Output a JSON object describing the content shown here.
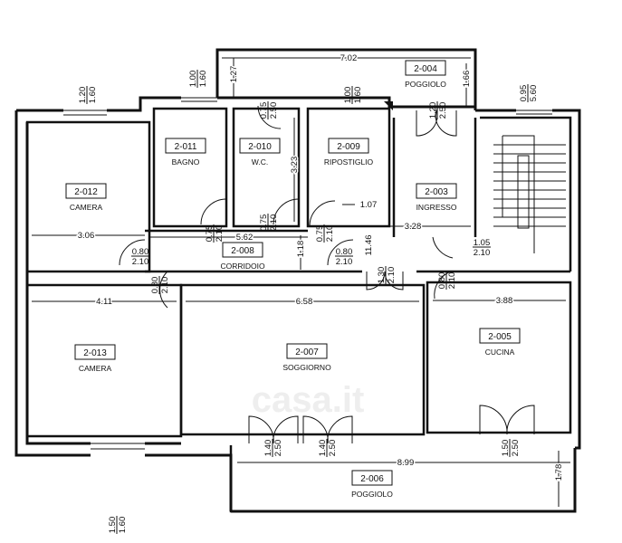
{
  "rooms": [
    {
      "code": "2-012",
      "name": "CAMERA"
    },
    {
      "code": "2-011",
      "name": "BAGNO"
    },
    {
      "code": "2-010",
      "name": "W.C."
    },
    {
      "code": "2-009",
      "name": "RIPOSTIGLIO"
    },
    {
      "code": "2-003",
      "name": "INGRESSO"
    },
    {
      "code": "2-004",
      "name": "POGGIOLO"
    },
    {
      "code": "2-008",
      "name": "CORRIDOIO"
    },
    {
      "code": "2-013",
      "name": "CAMERA"
    },
    {
      "code": "2-007",
      "name": "SOGGIORNO"
    },
    {
      "code": "2-005",
      "name": "CUCINA"
    },
    {
      "code": "2-006",
      "name": "POGGIOLO"
    }
  ],
  "dimensions": [
    "7.02",
    "1.27",
    "1.66",
    "3.23",
    "3.06",
    "5.62",
    "1.07",
    "3.28",
    "1.18",
    "11.46",
    "4.11",
    "6.58",
    "3.88",
    "8.99",
    "1.78"
  ],
  "openings": [
    {
      "w": "1.20",
      "h": "1.60"
    },
    {
      "w": "1.00",
      "h": "1.60"
    },
    {
      "w": "1.00",
      "h": "1.60"
    },
    {
      "w": "0.75",
      "h": "2.50"
    },
    {
      "w": "1.20",
      "h": "2.50"
    },
    {
      "w": "0.95",
      "h": "5.60"
    },
    {
      "w": "0.75",
      "h": "2.10"
    },
    {
      "w": "0.75",
      "h": "2.10"
    },
    {
      "w": "0.75",
      "h": "2.10"
    },
    {
      "w": "0.80",
      "h": "2.10"
    },
    {
      "w": "0.80",
      "h": "2.10"
    },
    {
      "w": "1.05",
      "h": "2.10"
    },
    {
      "w": "0.80",
      "h": "2.10"
    },
    {
      "w": "0.80",
      "h": "2.10"
    },
    {
      "w": "1.30",
      "h": "2.10"
    },
    {
      "w": "1.40",
      "h": "2.50"
    },
    {
      "w": "1.40",
      "h": "2.50"
    },
    {
      "w": "1.50",
      "h": "2.50"
    },
    {
      "w": "1.50",
      "h": "1.60"
    }
  ],
  "watermark": "casa.it"
}
